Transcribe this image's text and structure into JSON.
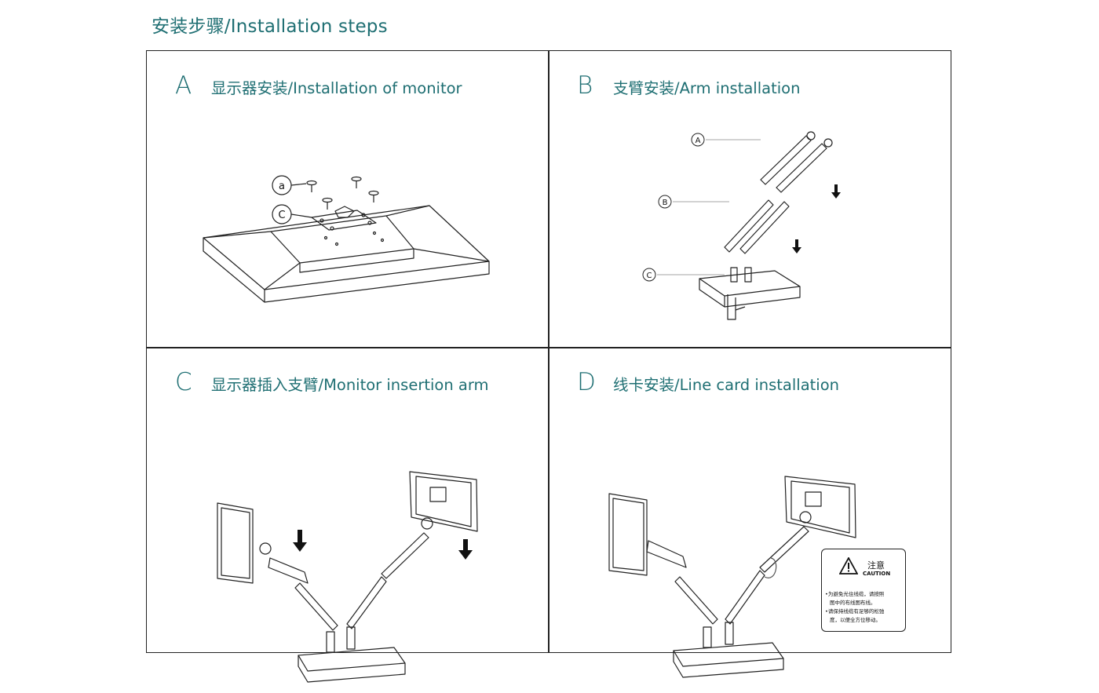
{
  "page": {
    "title": "安装步骤/Installation steps"
  },
  "steps": [
    {
      "letter": "A",
      "title": "显示器安装/Installation of monitor"
    },
    {
      "letter": "B",
      "title": "支臂安装/Arm installation"
    },
    {
      "letter": "C",
      "title": "显示器插入支臂/Monitor insertion arm"
    },
    {
      "letter": "D",
      "title": "线卡安装/Line card installation"
    }
  ],
  "callouts": {
    "a": {
      "screw": "a",
      "plate": "C"
    },
    "b": {
      "upper_arm": "A",
      "lower_arm": "B",
      "clamp": "C"
    }
  },
  "caution": {
    "title_cn": "注意",
    "title_en": "CAUTION",
    "lines": [
      "•为避免光住线缆，请按照",
      "图中的布线图布线。",
      "•请保持线缆有足够的松弛",
      "度，以便全方位移动。"
    ]
  },
  "colors": {
    "accent": "#1f6f73",
    "line": "#222222"
  }
}
